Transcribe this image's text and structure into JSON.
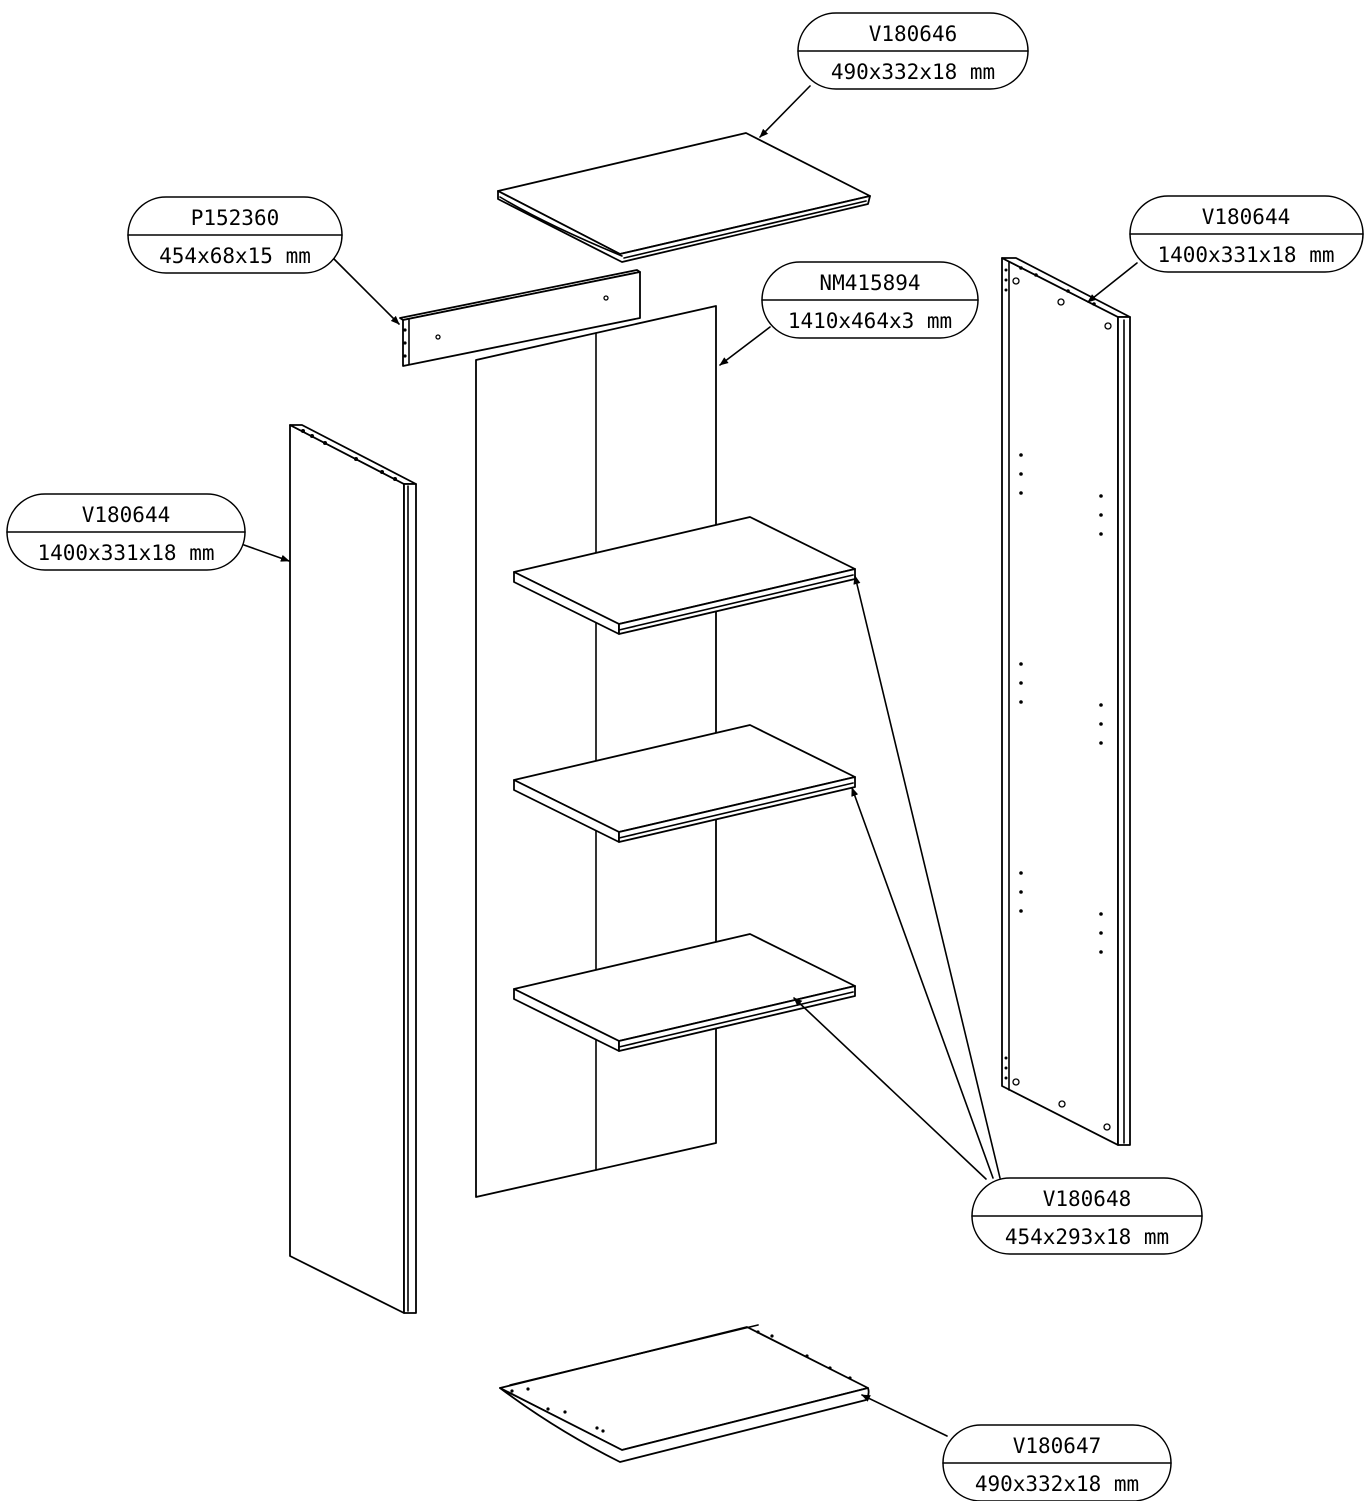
{
  "diagram": {
    "parts": [
      {
        "key": "top_panel",
        "code": "V180646",
        "size": "490x332x18 mm"
      },
      {
        "key": "rail",
        "code": "P152360",
        "size": "454x68x15 mm"
      },
      {
        "key": "back_panel",
        "code": "NM415894",
        "size": "1410x464x3 mm"
      },
      {
        "key": "side_right",
        "code": "V180644",
        "size": "1400x331x18 mm"
      },
      {
        "key": "side_left",
        "code": "V180644",
        "size": "1400x331x18 mm"
      },
      {
        "key": "shelves",
        "code": "V180648",
        "size": "454x293x18 mm"
      },
      {
        "key": "bottom_panel",
        "code": "V180647",
        "size": "490x332x18 mm"
      }
    ]
  }
}
